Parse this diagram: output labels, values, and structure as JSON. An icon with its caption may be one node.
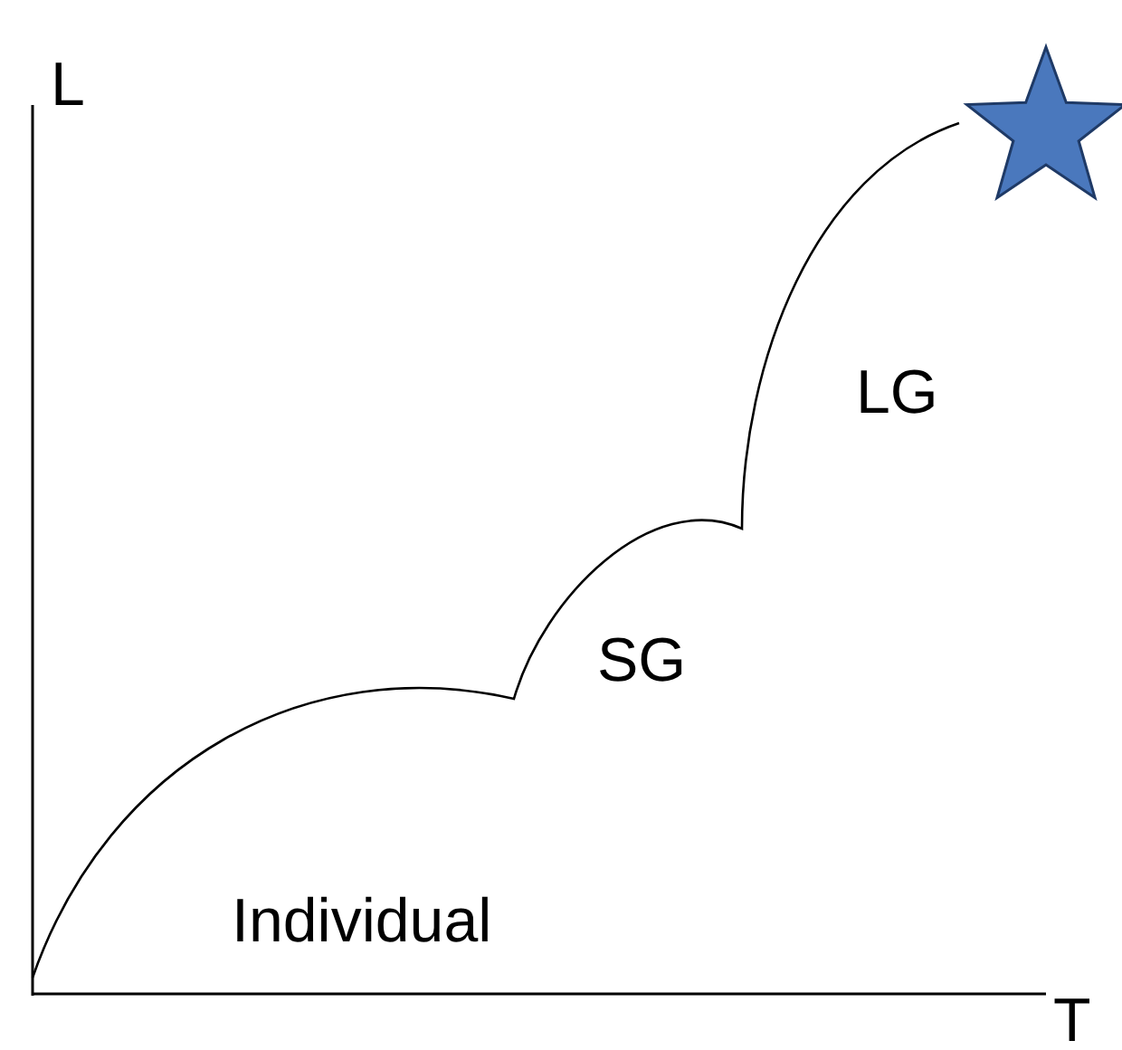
{
  "diagram": {
    "labels": [
      "L",
      "LG",
      "SG",
      "Individual",
      "T"
    ]
  }
}
